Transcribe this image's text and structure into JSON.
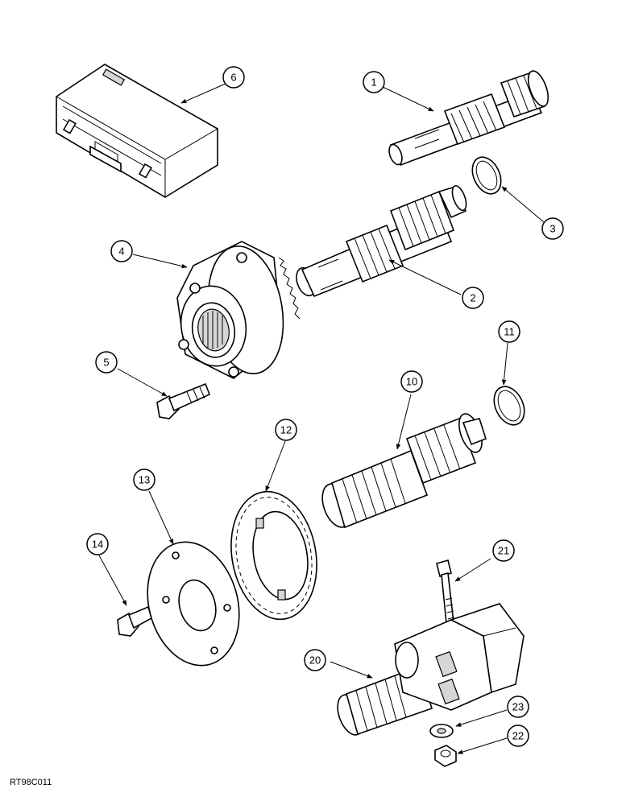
{
  "diagram": {
    "reference_code": "RT98C011",
    "callouts": [
      "1",
      "2",
      "3",
      "4",
      "5",
      "6",
      "10",
      "11",
      "12",
      "13",
      "14",
      "20",
      "21",
      "22",
      "23"
    ]
  }
}
